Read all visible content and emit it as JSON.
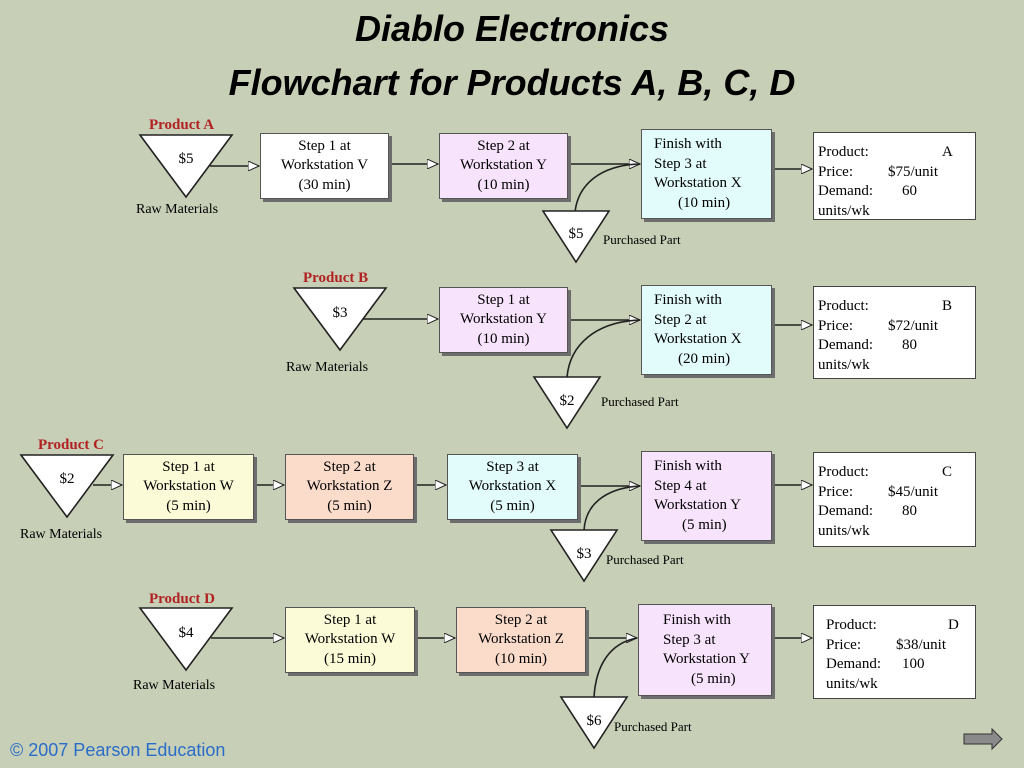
{
  "title_line1": "Diablo Electronics",
  "title_line2": "Flowchart for Products A, B, C, D",
  "common": {
    "raw_materials": "Raw Materials",
    "purchased_part": "Purchased Part",
    "product_key": "Product:",
    "price_key": "Price:",
    "demand_key": "Demand:"
  },
  "product_a": {
    "label": "Product A",
    "raw_cost": "$5",
    "step1": [
      "Step 1 at",
      "Workstation V",
      "(30 min)"
    ],
    "step2": [
      "Step 2 at",
      "Workstation Y",
      "(10 min)"
    ],
    "finish": [
      "Finish with",
      "Step 3 at",
      "Workstation X",
      "(10 min)"
    ],
    "part_cost": "$5",
    "info": {
      "product": "A",
      "price": "$75/unit",
      "demand": "60",
      "unit": "units/wk"
    }
  },
  "product_b": {
    "label": "Product B",
    "raw_cost": "$3",
    "step1": [
      "Step 1 at",
      "Workstation Y",
      "(10 min)"
    ],
    "finish": [
      "Finish with",
      "Step 2  at",
      "Workstation X",
      "(20 min)"
    ],
    "part_cost": "$2",
    "info": {
      "product": "B",
      "price": "$72/unit",
      "demand": "80",
      "unit": "units/wk"
    }
  },
  "product_c": {
    "label": "Product C",
    "raw_cost": "$2",
    "step1": [
      "Step 1 at",
      "Workstation  W",
      "(5 min)"
    ],
    "step2": [
      "Step 2 at",
      "Workstation  Z",
      "(5 min)"
    ],
    "step3": [
      "Step 3 at",
      "Workstation X",
      "(5 min)"
    ],
    "finish": [
      "Finish with",
      "Step 4 at",
      "Workstation Y",
      "(5 min)"
    ],
    "part_cost": "$3",
    "info": {
      "product": "C",
      "price": "$45/unit",
      "demand": "80",
      "unit": "units/wk"
    }
  },
  "product_d": {
    "label": "Product D",
    "raw_cost": "$4",
    "step1": [
      "Step 1 at",
      "Workstation W",
      "(15 min)"
    ],
    "step2": [
      "Step 2 at",
      "Workstation Z",
      "(10 min)"
    ],
    "finish": [
      "Finish with",
      "Step 3 at",
      "Workstation Y",
      "(5 min)"
    ],
    "part_cost": "$6",
    "info": {
      "product": "D",
      "price": "$38/unit",
      "demand": "100",
      "unit": "units/wk"
    }
  },
  "footer": "© 2007 Pearson Education",
  "nav_icon": "next-arrow-icon",
  "colors": {
    "background": "#c7cfb6",
    "product_label": "#b22222",
    "footer": "#2a6dc9"
  }
}
